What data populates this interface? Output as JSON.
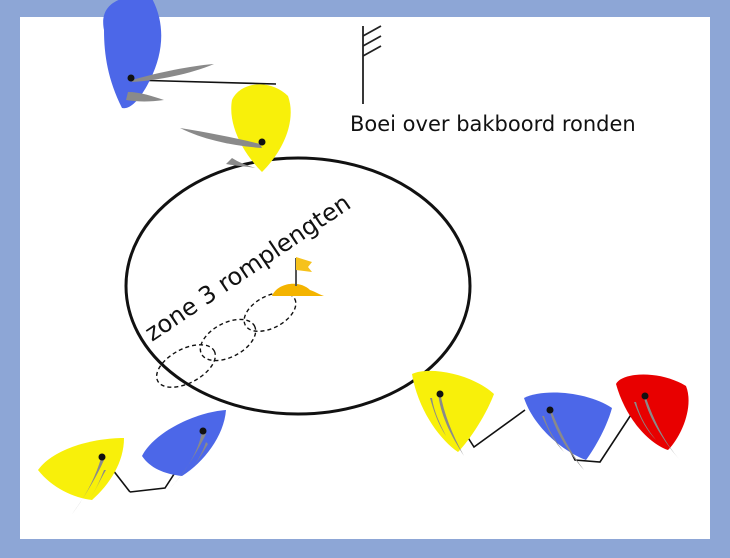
{
  "caption": "Boei over bakboord ronden",
  "zone_label": "zone 3 romplengten",
  "colors": {
    "frame": "#8da6d6",
    "blue_sail": "#4c67e8",
    "yellow_sail": "#f8f00a",
    "red_sail": "#e80000",
    "jib": "#8a8a8a",
    "buoy": "#f4b400",
    "flag": "#f6c21c"
  },
  "icons": [
    "wind-flag-icon",
    "buoy-flag-icon"
  ],
  "boats": [
    "blue",
    "yellow",
    "yellow",
    "blue",
    "yellow",
    "blue",
    "red"
  ]
}
